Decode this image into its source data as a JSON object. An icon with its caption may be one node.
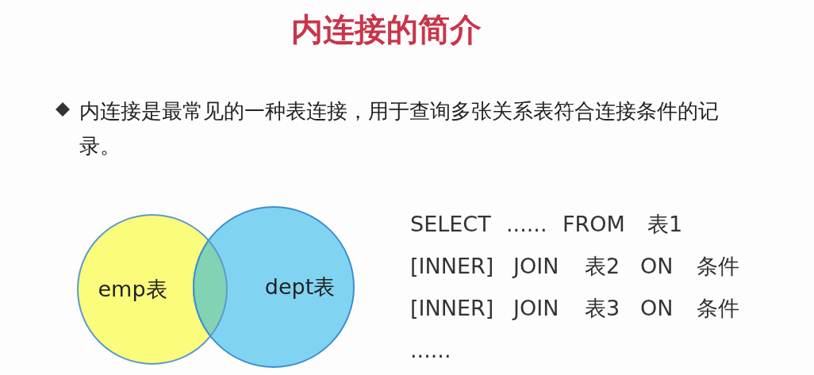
{
  "diagram": {
    "title": "内连接的简介",
    "nodes": [
      {
        "text": [
          "emp表"
        ]
      },
      {
        "text": [
          "dept表"
        ]
      }
    ],
    "labels": [
      "内连接是最常见的一种表连接，用于查询多张关系表符合连接条件的记录。",
      "SELECT",
      "......",
      "FROM",
      "表1",
      "[INNER]",
      "JOIN",
      "表2",
      "ON",
      "条件",
      "[INNER]",
      "JOIN",
      "表3",
      "ON",
      "条件",
      "......"
    ]
  }
}
